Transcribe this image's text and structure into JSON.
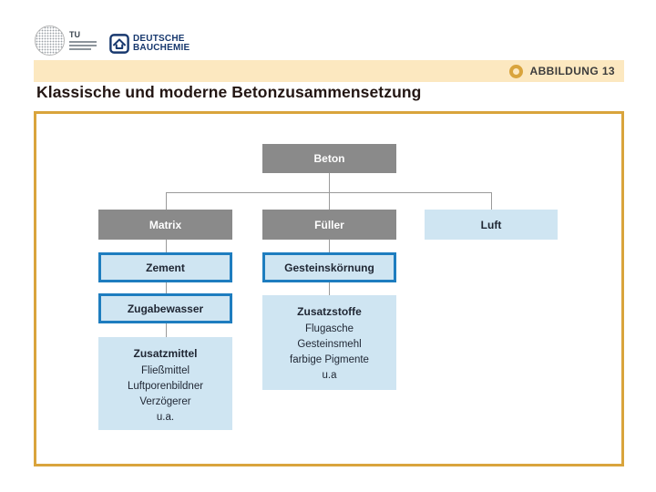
{
  "header": {
    "tu_logo": {
      "text": "TU"
    },
    "bauchemie_logo": {
      "line1": "DEUTSCHE",
      "line2": "BAUCHEMIE"
    },
    "figure_banner": {
      "label": "ABBILDUNG 13"
    }
  },
  "title": "Klassische und moderne Betonzusammensetzung",
  "diagram": {
    "beton": "Beton",
    "matrix": "Matrix",
    "fueller": "Füller",
    "luft": "Luft",
    "zement": "Zement",
    "gesteinskoernung": "Gesteinskörnung",
    "zugabewasser": "Zugabewasser",
    "zusatzmittel": {
      "title": "Zusatzmittel",
      "items": [
        "Fließmittel",
        "Luftporenbildner",
        "Verzögerer",
        "u.a."
      ]
    },
    "zusatzstoffe": {
      "title": "Zusatzstoffe",
      "items": [
        "Flugasche",
        "Gesteinsmehl",
        "farbige Pigmente",
        "u.a"
      ]
    }
  },
  "colors": {
    "accent_gold": "#D9A43C",
    "banner_bg": "#FCE8C0",
    "node_gray": "#8A8A8A",
    "node_lightblue": "#CFE5F2",
    "node_border_blue": "#1E7DBF",
    "logo_blue": "#17386E"
  }
}
